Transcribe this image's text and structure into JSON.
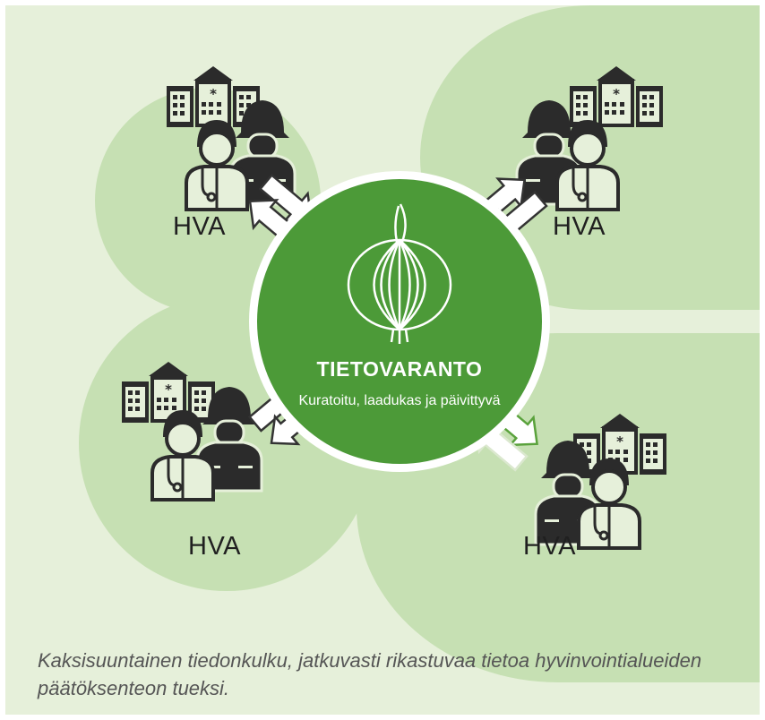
{
  "diagram": {
    "center": {
      "icon": "onion-icon",
      "title": "TIETOVARANTO",
      "subtitle": "Kuratoitu, laadukas ja päivittyvä"
    },
    "nodes": [
      {
        "label": "HVA",
        "icon": "hospital-and-workers-icon"
      },
      {
        "label": "HVA",
        "icon": "hospital-and-workers-icon"
      },
      {
        "label": "HVA",
        "icon": "hospital-and-workers-icon"
      },
      {
        "label": "HVA",
        "icon": "hospital-and-workers-icon"
      }
    ],
    "connector": "bidirectional-arrows-icon",
    "caption": "Kaksisuuntainen tiedonkulku, jatkuvasti rikastuvaa tietoa hyvinvointialueiden päätöksenteon tueksi."
  },
  "colors": {
    "background": "#e6f0da",
    "circle": "#c6e0b3",
    "center_fill": "#4c9a38",
    "icon": "#2b2b2b",
    "arrow_outline": "#333333",
    "arrow_accent": "#5aa23c"
  }
}
